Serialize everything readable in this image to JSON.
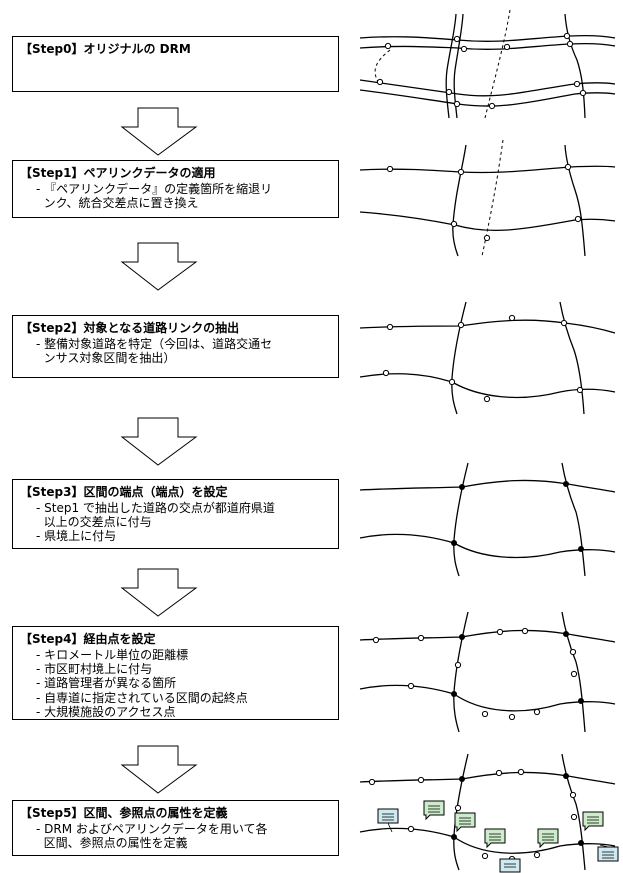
{
  "steps": [
    {
      "title": "【Step0】オリジナルの DRM",
      "lines": []
    },
    {
      "title": "【Step1】ペアリンクデータの適用",
      "lines": [
        "- 『ペアリンクデータ』の定義箇所を縮退リ",
        "  ンク、統合交差点に置き換え"
      ]
    },
    {
      "title": "【Step2】対象となる道路リンクの抽出",
      "lines": [
        "- 整備対象道路を特定（今回は、道路交通セ",
        "  ンサス対象区間を抽出）"
      ]
    },
    {
      "title": "【Step3】区間の端点（端点）を設定",
      "lines": [
        "- Step1 で抽出した道路の交点が都道府県道",
        "  以上の交差点に付与",
        "- 県境上に付与"
      ]
    },
    {
      "title": "【Step4】経由点を設定",
      "lines": [
        "- キロメートル単位の距離標",
        "- 市区町村境上に付与",
        "- 道路管理者が異なる箇所",
        "- 自専道に指定されている区間の起終点",
        "- 大規模施設のアクセス点"
      ]
    },
    {
      "title": "【Step5】区間、参照点の属性を定義",
      "lines": [
        "- DRM およびペアリンクデータを用いて各",
        "  区間、参照点の属性を定義"
      ]
    }
  ],
  "colors": {
    "line": "#000000",
    "note_green": "#cdeccb",
    "note_blue": "#cfe9f2"
  }
}
